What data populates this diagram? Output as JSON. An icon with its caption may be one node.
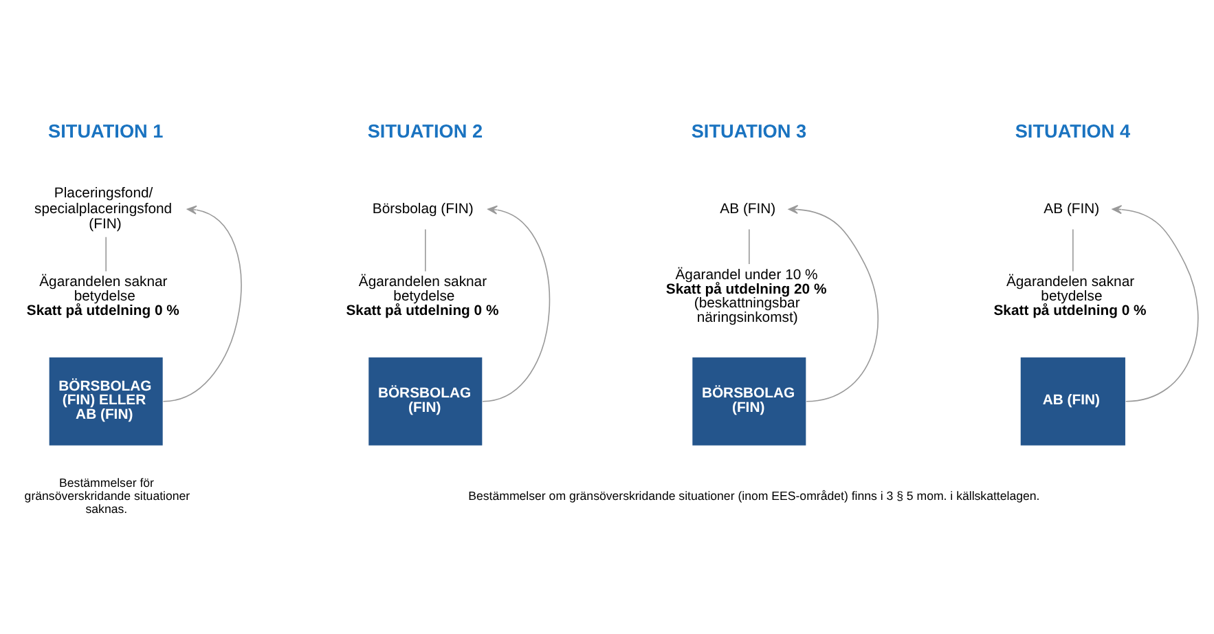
{
  "diagram": {
    "nodes": [
      {
        "text": [
          "Placeringsfond/ specialplaceringsfond (FIN)"
        ]
      },
      {
        "text": [
          "Ägarandelen saknar betydelse",
          "Skatt på utdelning 0 %"
        ]
      },
      {
        "text": [
          "BÖRSBOLAG (FIN) ELLER AB (FIN)"
        ]
      },
      {
        "text": [
          "Börsbolag (FIN)"
        ]
      },
      {
        "text": [
          "Ägarandelen saknar betydelse",
          "Skatt på utdelning 0 %"
        ]
      },
      {
        "text": [
          "BÖRSBOLAG (FIN)"
        ]
      },
      {
        "text": [
          "AB (FIN)"
        ]
      },
      {
        "text": [
          "Ägarandel under 10 %",
          "Skatt på utdelning 20 %",
          "(beskattningsbar näringsinkomst)"
        ]
      },
      {
        "text": [
          "BÖRSBOLAG (FIN)"
        ]
      },
      {
        "text": [
          "AB (FIN)"
        ]
      },
      {
        "text": [
          "Ägarandelen saknar betydelse",
          "Skatt på utdelning 0 %"
        ]
      },
      {
        "text": [
          "AB (FIN)"
        ]
      }
    ],
    "edges": [
      {
        "from": 0,
        "to": 1,
        "arrow": "none"
      },
      {
        "from": 2,
        "to": 0,
        "arrow": "to"
      },
      {
        "from": 3,
        "to": 4,
        "arrow": "none"
      },
      {
        "from": 5,
        "to": 3,
        "arrow": "to"
      },
      {
        "from": 6,
        "to": 7,
        "arrow": "none"
      },
      {
        "from": 8,
        "to": 6,
        "arrow": "to"
      },
      {
        "from": 9,
        "to": 10,
        "arrow": "none"
      },
      {
        "from": 11,
        "to": 9,
        "arrow": "to"
      }
    ],
    "labels": [
      "SITUATION 1",
      "SITUATION 2",
      "SITUATION 3",
      "SITUATION 4",
      "Bestämmelser för gränsöverskridande situationer saknas.",
      "Bestämmelser om gränsöverskridande situationer (inom EES-området) finns i 3 § 5 mom. i källskattelagen."
    ]
  }
}
